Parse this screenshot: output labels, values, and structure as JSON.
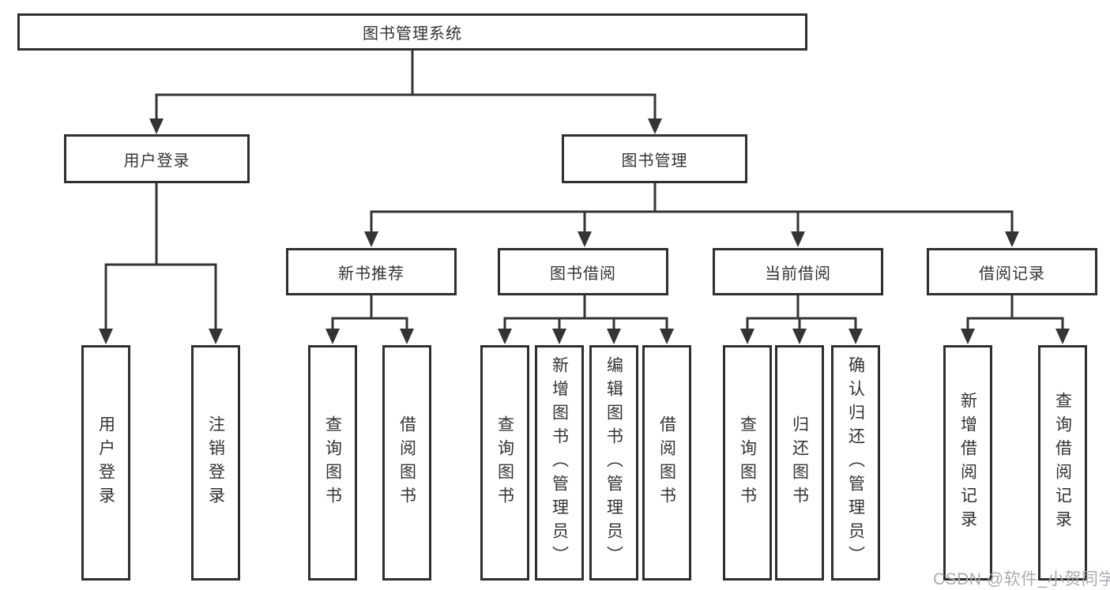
{
  "tree": {
    "root": "图书管理系统",
    "user_login": {
      "label": "用户登录",
      "children": [
        "用户登录",
        "注销登录"
      ]
    },
    "book_mgmt": {
      "label": "图书管理",
      "children": [
        {
          "label": "新书推荐",
          "children": [
            "查询图书",
            "借阅图书"
          ]
        },
        {
          "label": "图书借阅",
          "children": [
            "查询图书",
            "新增图书（管理员）",
            "编辑图书（管理员）",
            "借阅图书"
          ]
        },
        {
          "label": "当前借阅",
          "children": [
            "查询图书",
            "归还图书",
            "确认归还（管理员）"
          ]
        },
        {
          "label": "借阅记录",
          "children": [
            "新增借阅记录",
            "查询借阅记录"
          ]
        }
      ]
    }
  },
  "watermark": "CSDN @软件_小贺同学",
  "colors": {
    "line": "#343434",
    "box_border": "#2f2f2f",
    "text": "#333333",
    "watermark": "#a8acb0",
    "background": "#ffffff"
  }
}
